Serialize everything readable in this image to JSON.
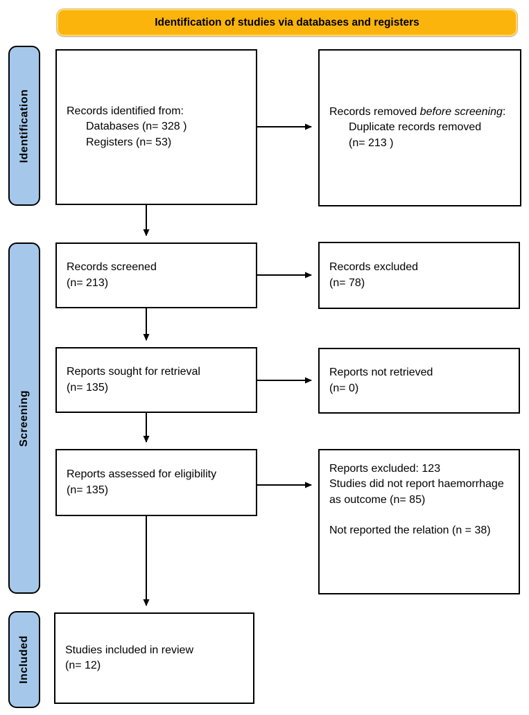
{
  "banner": {
    "title": "Identification of studies via databases and registers"
  },
  "stages": [
    {
      "label": "Identification"
    },
    {
      "label": "Screening"
    },
    {
      "label": "Included"
    }
  ],
  "boxes": {
    "records_identified": {
      "title": "Records identified from:",
      "items": [
        "Databases (n= 328 )",
        "Registers (n= 53)"
      ]
    },
    "records_removed": {
      "prefix": "Records removed ",
      "emphasis": "before screening",
      "suffix": ":",
      "items": [
        "Duplicate records removed",
        "(n= 213 )"
      ]
    },
    "records_screened": {
      "lines": [
        "Records screened",
        "(n= 213)"
      ]
    },
    "records_excluded": {
      "lines": [
        "Records excluded",
        "(n= 78)"
      ]
    },
    "reports_sought": {
      "lines": [
        "Reports sought for retrieval",
        "(n= 135)"
      ]
    },
    "reports_not_retrieved": {
      "lines": [
        "Reports not retrieved",
        "(n= 0)"
      ]
    },
    "reports_assessed": {
      "lines": [
        "Reports assessed for eligibility",
        "(n= 135)"
      ]
    },
    "reports_excluded": {
      "lines": [
        "Reports excluded: 123",
        "Studies did not report haemorrhage as outcome (n= 85)",
        "Not reported the relation (n = 38)"
      ]
    },
    "studies_included": {
      "lines": [
        "Studies included in review",
        "(n= 12)"
      ]
    }
  },
  "colors": {
    "banner_fill": "#FBB40C",
    "banner_border": "#FFD966",
    "stage_fill": "#A5C8EA",
    "box_border": "#000000",
    "text": "#000000"
  }
}
